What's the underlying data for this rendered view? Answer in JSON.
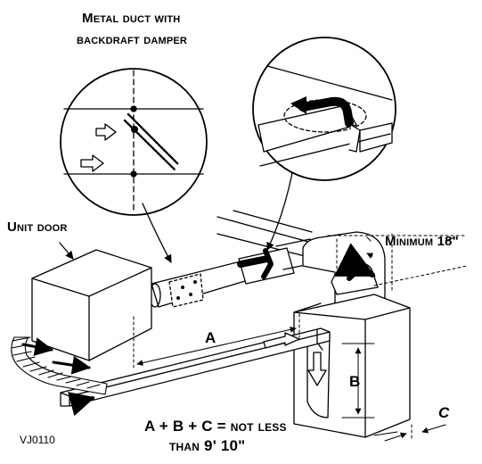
{
  "labels": {
    "metal_duct_line1": "Metal duct with",
    "metal_duct_line2": "backdraft damper",
    "unit_door": "Unit door",
    "minimum": "Minimum 18\"",
    "dim_a": "A",
    "dim_b": "B",
    "dim_c": "C",
    "formula_line1": "A + B + C = not less",
    "formula_line2": "than 9' 10\"",
    "figure_code": "VJ0110"
  },
  "colors": {
    "ink": "#000000",
    "paper": "#ffffff"
  }
}
